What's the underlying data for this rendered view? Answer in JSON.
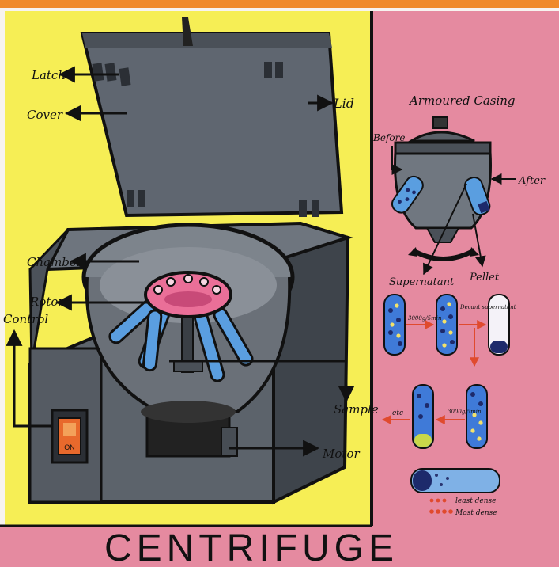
{
  "title": "CENTRIFUGE",
  "labels": {
    "latch": "Latch",
    "cover": "Cover",
    "lid": "Lid",
    "chamber": "Chamber",
    "rotor": "Rotor",
    "control": "Control",
    "sample": "Sample",
    "motor": "Motor",
    "switch_text": "ON"
  },
  "right_panel": {
    "armoured_casing": "Armoured Casing",
    "before": "Before",
    "after": "After",
    "supernatant": "Supernatant",
    "pellet": "Pellet",
    "step1": "3000g/5min",
    "step2": "Decant supernatant",
    "step3": "3000g/5min",
    "etc": "etc",
    "least_dense": "least dense",
    "most_dense": "Most dense"
  },
  "colors": {
    "yellow_panel": "#f6ee55",
    "pink_panel": "#e58aa0",
    "orange_border": "#f08a2a",
    "machine_gray": "#646c76",
    "machine_dark": "#3e444b",
    "rotor_pink": "#ea6f98",
    "tube_blue": "#5a9ee0",
    "arrow_red": "#e04a2e"
  }
}
